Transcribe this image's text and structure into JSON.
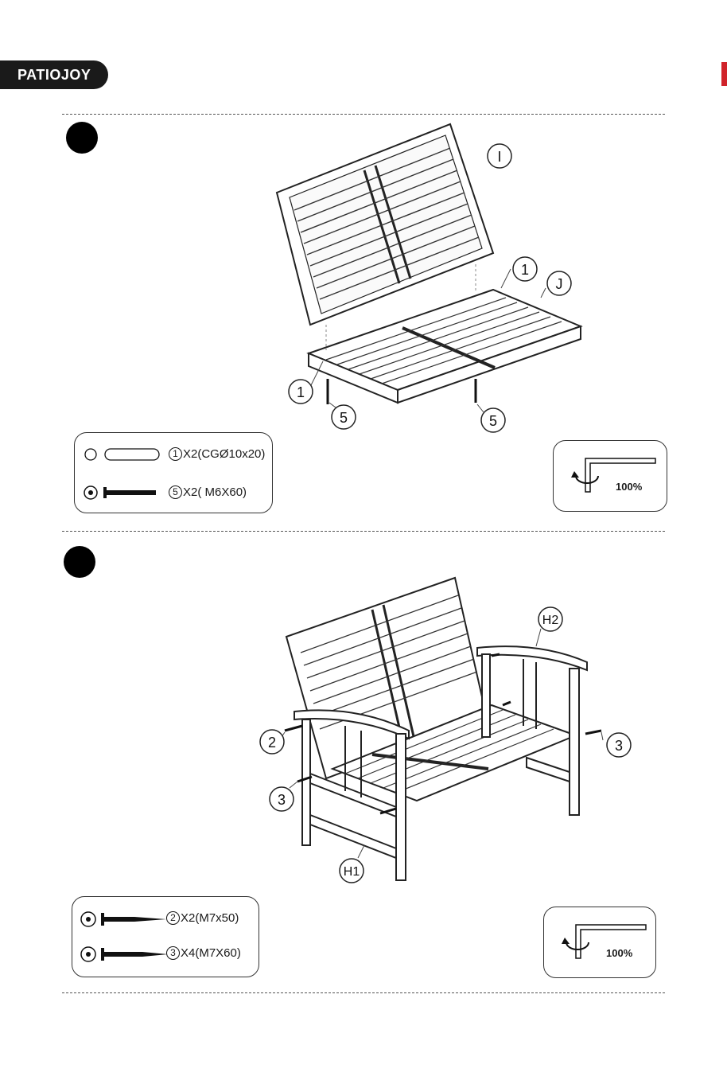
{
  "brand": {
    "name": "PATIOJOY"
  },
  "steps": [
    {
      "parts": {
        "back": "I",
        "seat": "J",
        "dowel_callout": "1",
        "bolt_callout": "5"
      },
      "hardware": [
        {
          "num": "1",
          "spec": "X2(CGØ10x20)"
        },
        {
          "num": "5",
          "spec": "X2( M6X60)"
        }
      ],
      "tool": {
        "torque": "100%"
      }
    },
    {
      "parts": {
        "arm_right": "H2",
        "arm_left": "H1",
        "screw_a": "2",
        "screw_b": "3"
      },
      "hardware": [
        {
          "num": "2",
          "spec": "X2(M7x50)"
        },
        {
          "num": "3",
          "spec": "X4(M7X60)"
        }
      ],
      "tool": {
        "torque": "100%"
      }
    }
  ]
}
